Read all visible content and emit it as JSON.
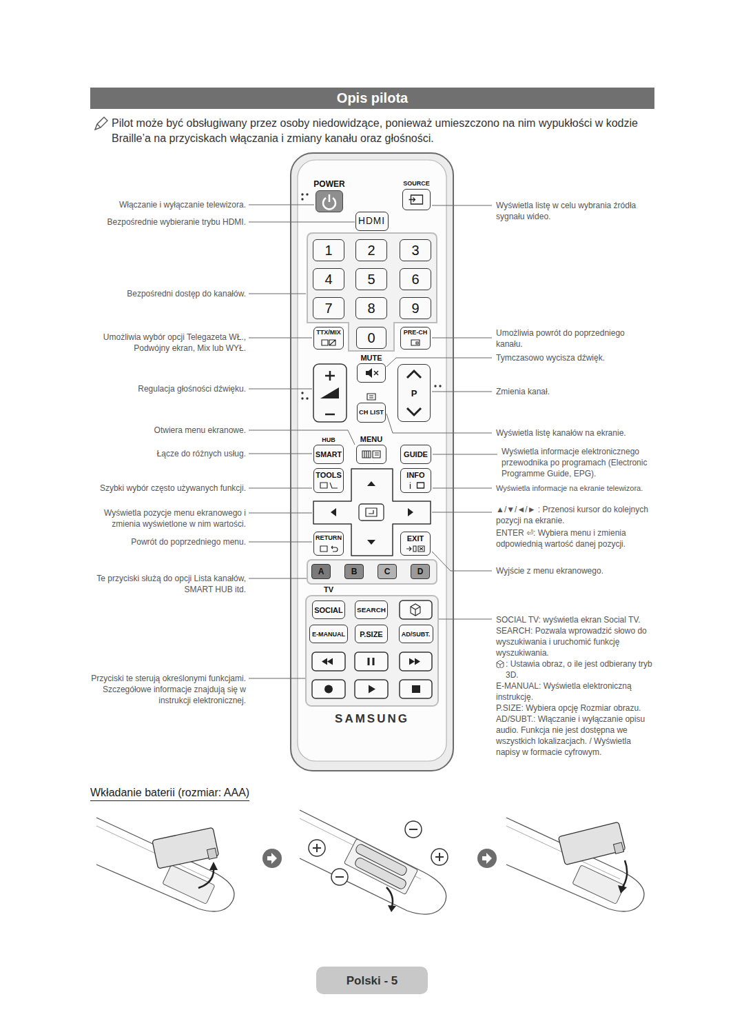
{
  "diagram": {
    "title": "Opis pilota",
    "nodes": [
      {
        "text": [
          "SAMSUNG"
        ]
      },
      {
        "text": [
          "POWER"
        ],
        "in": 0
      },
      {
        "text": [
          "SOURCE"
        ],
        "in": 0
      },
      {
        "text": [
          "HDMI"
        ],
        "in": 0
      },
      {
        "text": [
          "1"
        ],
        "in": 0
      },
      {
        "text": [
          "2"
        ],
        "in": 0
      },
      {
        "text": [
          "3"
        ],
        "in": 0
      },
      {
        "text": [
          "4"
        ],
        "in": 0
      },
      {
        "text": [
          "5"
        ],
        "in": 0
      },
      {
        "text": [
          "6"
        ],
        "in": 0
      },
      {
        "text": [
          "7"
        ],
        "in": 0
      },
      {
        "text": [
          "8"
        ],
        "in": 0
      },
      {
        "text": [
          "9"
        ],
        "in": 0
      },
      {
        "text": [
          "TTX/MIX"
        ],
        "in": 0
      },
      {
        "text": [
          "0"
        ],
        "in": 0
      },
      {
        "text": [
          "PRE-CH"
        ],
        "in": 0
      },
      {
        "text": [
          "MUTE"
        ],
        "in": 0
      },
      {
        "text": [
          "P"
        ],
        "in": 0
      },
      {
        "text": [
          "CH LIST"
        ],
        "in": 0
      },
      {
        "text": [
          "HUB",
          "SMART"
        ],
        "in": 0
      },
      {
        "text": [
          "MENU"
        ],
        "in": 0
      },
      {
        "text": [
          "GUIDE"
        ],
        "in": 0
      },
      {
        "text": [
          "TOOLS"
        ],
        "in": 0
      },
      {
        "text": [
          "INFO"
        ],
        "in": 0
      },
      {
        "text": [
          "RETURN"
        ],
        "in": 0
      },
      {
        "text": [
          "EXIT"
        ],
        "in": 0
      },
      {
        "text": [
          "A"
        ],
        "in": 0
      },
      {
        "text": [
          "B"
        ],
        "in": 0
      },
      {
        "text": [
          "C"
        ],
        "in": 0
      },
      {
        "text": [
          "D"
        ],
        "in": 0
      },
      {
        "text": [
          "TV",
          "SOCIAL"
        ],
        "in": 0
      },
      {
        "text": [
          "SEARCH"
        ],
        "in": 0
      },
      {
        "text": [
          "E-MANUAL"
        ],
        "in": 0
      },
      {
        "text": [
          "P.SIZE"
        ],
        "in": 0
      },
      {
        "text": [
          "AD/SUBT."
        ],
        "in": 0
      },
      {
        "text": [
          "Polski - 5"
        ]
      }
    ],
    "labels": [
      "Pilot może być obsługiwany przez osoby niedowidzące, ponieważ umieszczono na nim wypukłości w kodzie Braille’a na przyciskach włączania i zmiany kanału oraz głośności.",
      "Włączanie i wyłączanie telewizora.",
      "Bezpośrednie wybieranie trybu HDMI.",
      "Bezpośredni dostęp do kanałów.",
      "Umożliwia wybór opcji Telegazeta WŁ., Podwójny ekran, Mix lub WYŁ.",
      "Regulacja głośności dźwięku.",
      "Otwiera menu ekranowe.",
      "Łącze do różnych usług.",
      "Szybki wybór często używanych funkcji.",
      "Wyświetla pozycje menu ekranowego i zmienia wyświetlone w nim wartości.",
      "Powrót do poprzedniego menu.",
      "Te przyciski służą do opcji Lista kanałów, SMART HUB itd.",
      "Przyciski te sterują określonymi funkcjami. Szczegółowe informacje znajdują się w instrukcji elektronicznej.",
      "Wyświetla listę w celu wybrania źródła sygnału wideo.",
      "Umożliwia powrót do poprzedniego kanału.",
      "Tymczasowo wycisza dźwięk.",
      "Zmienia kanał.",
      "Wyświetla listę kanałów na ekranie.",
      "Wyświetla informacje elektronicznego przewodnika po programach (Electronic Programme Guide, EPG).",
      "Wyświetla informacje na ekranie telewizora.",
      "▲/▼/◄/► : Przenosi kursor do kolejnych pozycji na ekranie.",
      "ENTER ⏎: Wybiera menu i zmienia odpowiednią wartość danej pozycji.",
      "Wyjście z menu ekranowego.",
      "SOCIAL TV: wyświetla ekran Social TV.",
      "SEARCH: Pozwala wprowadzić słowo do wyszukiwania i uruchomić funkcję wyszukiwania.",
      ": Ustawia obraz, o ile jest odbierany tryb 3D.",
      "E-MANUAL: Wyświetla elektroniczną instrukcję.",
      "P.SIZE: Wybiera opcję Rozmiar obrazu.",
      "AD/SUBT.: Włączanie i wyłączanie opisu audio. Funkcja nie jest dostępna we wszystkich lokalizacjach. / Wyświetla napisy w formacie cyfrowym.",
      "Wkładanie baterii (rozmiar: AAA)"
    ]
  }
}
